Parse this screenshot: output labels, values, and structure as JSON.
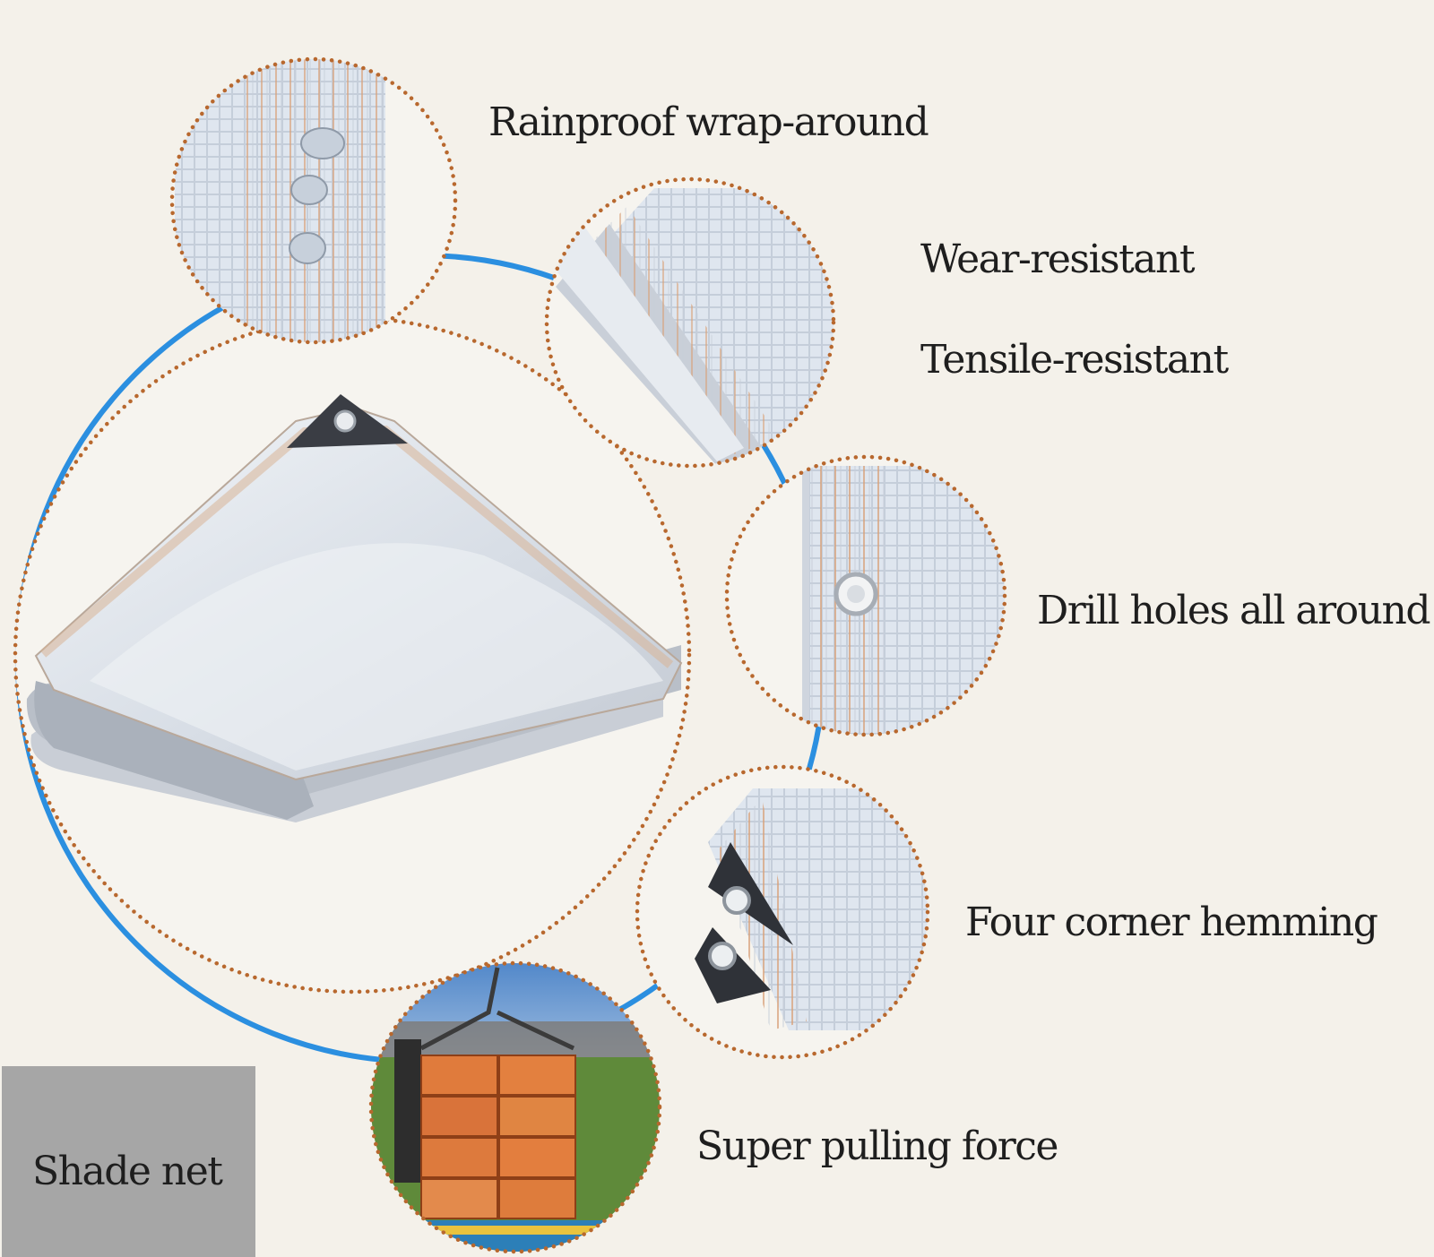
{
  "features": {
    "rainproof": "Rainproof wrap-around",
    "wear": "Wear-resistant",
    "tensile": "Tensile-resistant",
    "drill": "Drill holes all around",
    "corner": "Four corner hemming",
    "pulling": "Super pulling force"
  },
  "badge": {
    "label": "Shade net"
  },
  "colors": {
    "background": "#f4f1ea",
    "ring": "#2b8fe0",
    "dotted_border": "#b8682e",
    "badge": "#a6a6a6",
    "text": "#1e1e1e"
  }
}
